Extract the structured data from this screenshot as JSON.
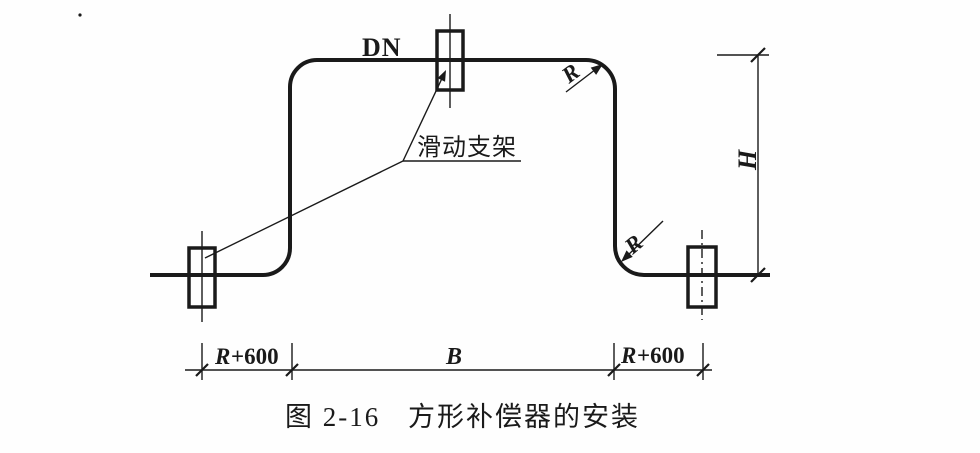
{
  "colors": {
    "ink": "#1a1a1a",
    "background": "#fefefe"
  },
  "diagram": {
    "pipe_label": "DN",
    "support_label": "滑动支架",
    "radius_label_top": "R",
    "radius_label_bottom": "R",
    "height_label": "H"
  },
  "dimensions": {
    "left_r": "R",
    "left_suffix": "+600",
    "middle": "B",
    "right_r": "R",
    "right_suffix": "+600"
  },
  "caption": {
    "figure_no": "图 2-16",
    "title": "方形补偿器的安装"
  }
}
